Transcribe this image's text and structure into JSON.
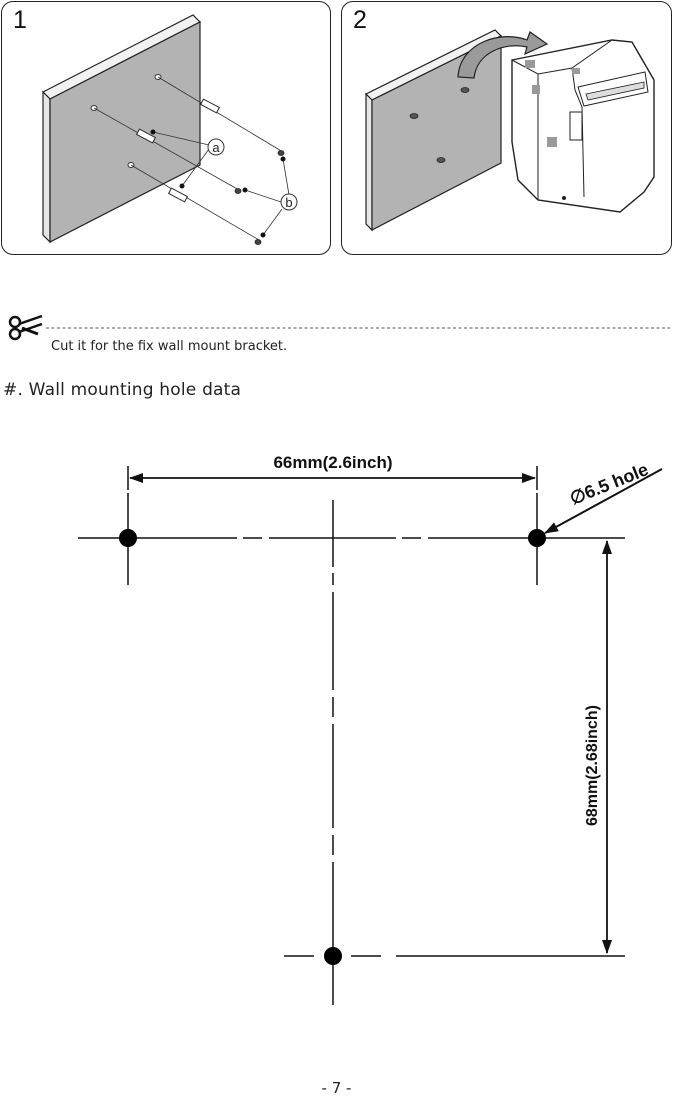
{
  "panels": [
    {
      "number": "1",
      "labels": {
        "a": "a",
        "b": "b"
      }
    },
    {
      "number": "2"
    }
  ],
  "cut_instruction": "Cut it for the fix wall mount bracket.",
  "section_title": "#. Wall mounting hole data",
  "dimensions": {
    "horizontal": "66mm(2.6inch)",
    "vertical": "68mm(2.68inch)",
    "hole": "∅6.5  hole"
  },
  "page_number": "- 7 -",
  "icons": {
    "cut": "scissors-icon"
  }
}
